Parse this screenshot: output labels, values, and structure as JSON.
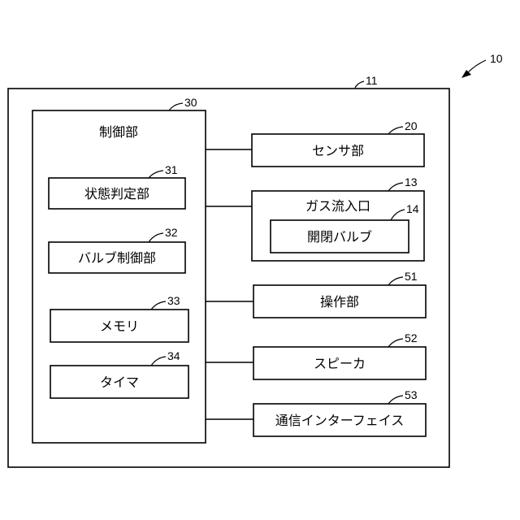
{
  "reference": "10",
  "device": {
    "number": "11"
  },
  "control_unit": {
    "number": "30",
    "label": "制御部",
    "children": [
      {
        "key": "state",
        "number": "31",
        "label": "状態判定部"
      },
      {
        "key": "valve_ctrl",
        "number": "32",
        "label": "バルブ制御部"
      },
      {
        "key": "memory",
        "number": "33",
        "label": "メモリ"
      },
      {
        "key": "timer",
        "number": "34",
        "label": "タイマ"
      }
    ]
  },
  "sensor": {
    "number": "20",
    "label": "センサ部"
  },
  "gas_inlet": {
    "number": "13",
    "label": "ガス流入口",
    "valve": {
      "number": "14",
      "label": "開閉バルブ"
    }
  },
  "operation": {
    "number": "51",
    "label": "操作部"
  },
  "speaker": {
    "number": "52",
    "label": "スピーカ"
  },
  "comm": {
    "number": "53",
    "label": "通信インターフェイス"
  }
}
